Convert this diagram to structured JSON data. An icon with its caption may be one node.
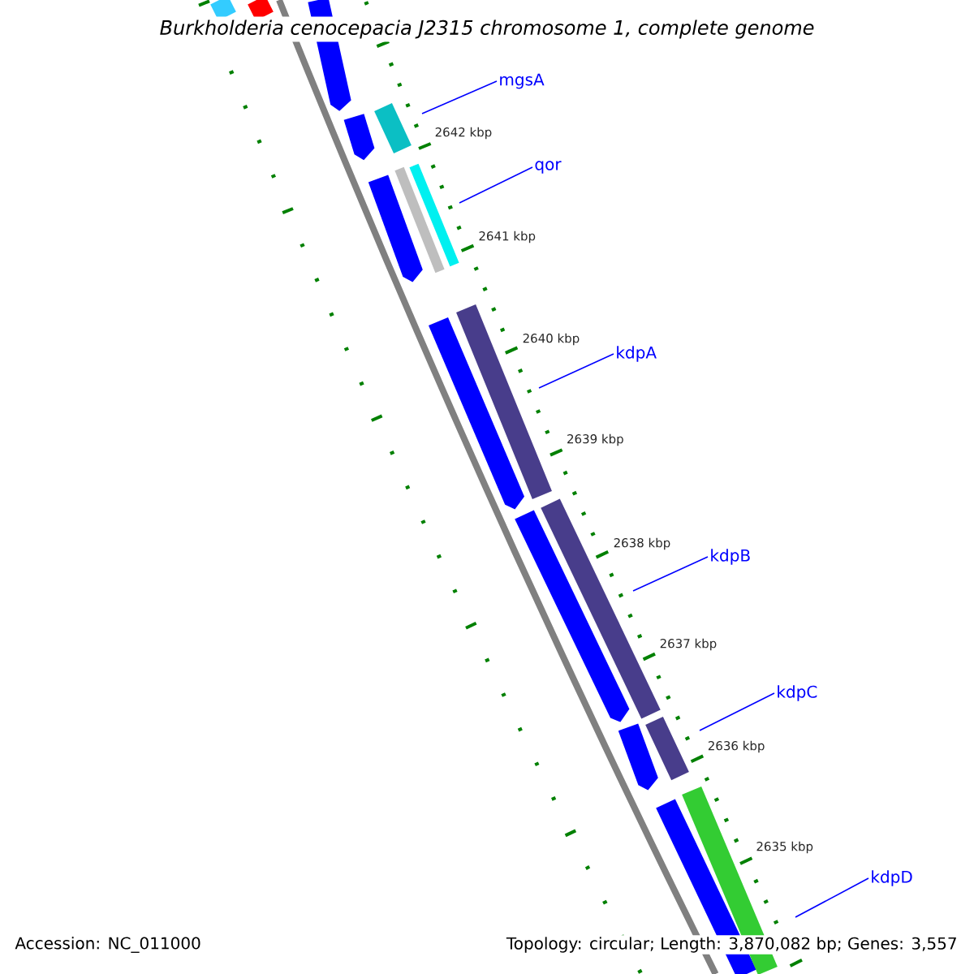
{
  "diagram": {
    "title": "Burkholderia cenocepacia J2315 chromosome 1, complete genome",
    "nodes": [
      {
        "text": [
          "mgsA"
        ]
      },
      {
        "text": [],
        "shape": "bar"
      },
      {
        "text": [
          "qor"
        ]
      },
      {
        "text": [],
        "shape": "bar"
      },
      {
        "text": [
          "kdpA"
        ]
      },
      {
        "text": [],
        "shape": "bar"
      },
      {
        "text": [
          "kdpB"
        ]
      },
      {
        "text": [],
        "shape": "bar"
      },
      {
        "text": [
          "kdpC"
        ]
      },
      {
        "text": [],
        "shape": "bar"
      },
      {
        "text": [
          "kdpD"
        ]
      },
      {
        "text": [],
        "shape": "bar"
      }
    ],
    "edges": [
      {
        "from": 0,
        "to": 1,
        "arrow": "none"
      },
      {
        "from": 2,
        "to": 3,
        "arrow": "none"
      },
      {
        "from": 4,
        "to": 5,
        "arrow": "none"
      },
      {
        "from": 6,
        "to": 7,
        "arrow": "none"
      },
      {
        "from": 8,
        "to": 9,
        "arrow": "none"
      },
      {
        "from": 10,
        "to": 11,
        "arrow": "none"
      }
    ],
    "labels": [
      "2642 kbp",
      "2641 kbp",
      "2640 kbp",
      "2639 kbp",
      "2638 kbp",
      "2637 kbp",
      "2636 kbp",
      "2635 kbp",
      "Accession: NC_011000",
      "Topology: circular; Length: 3,870,082 bp; Genes: 3,557"
    ]
  }
}
